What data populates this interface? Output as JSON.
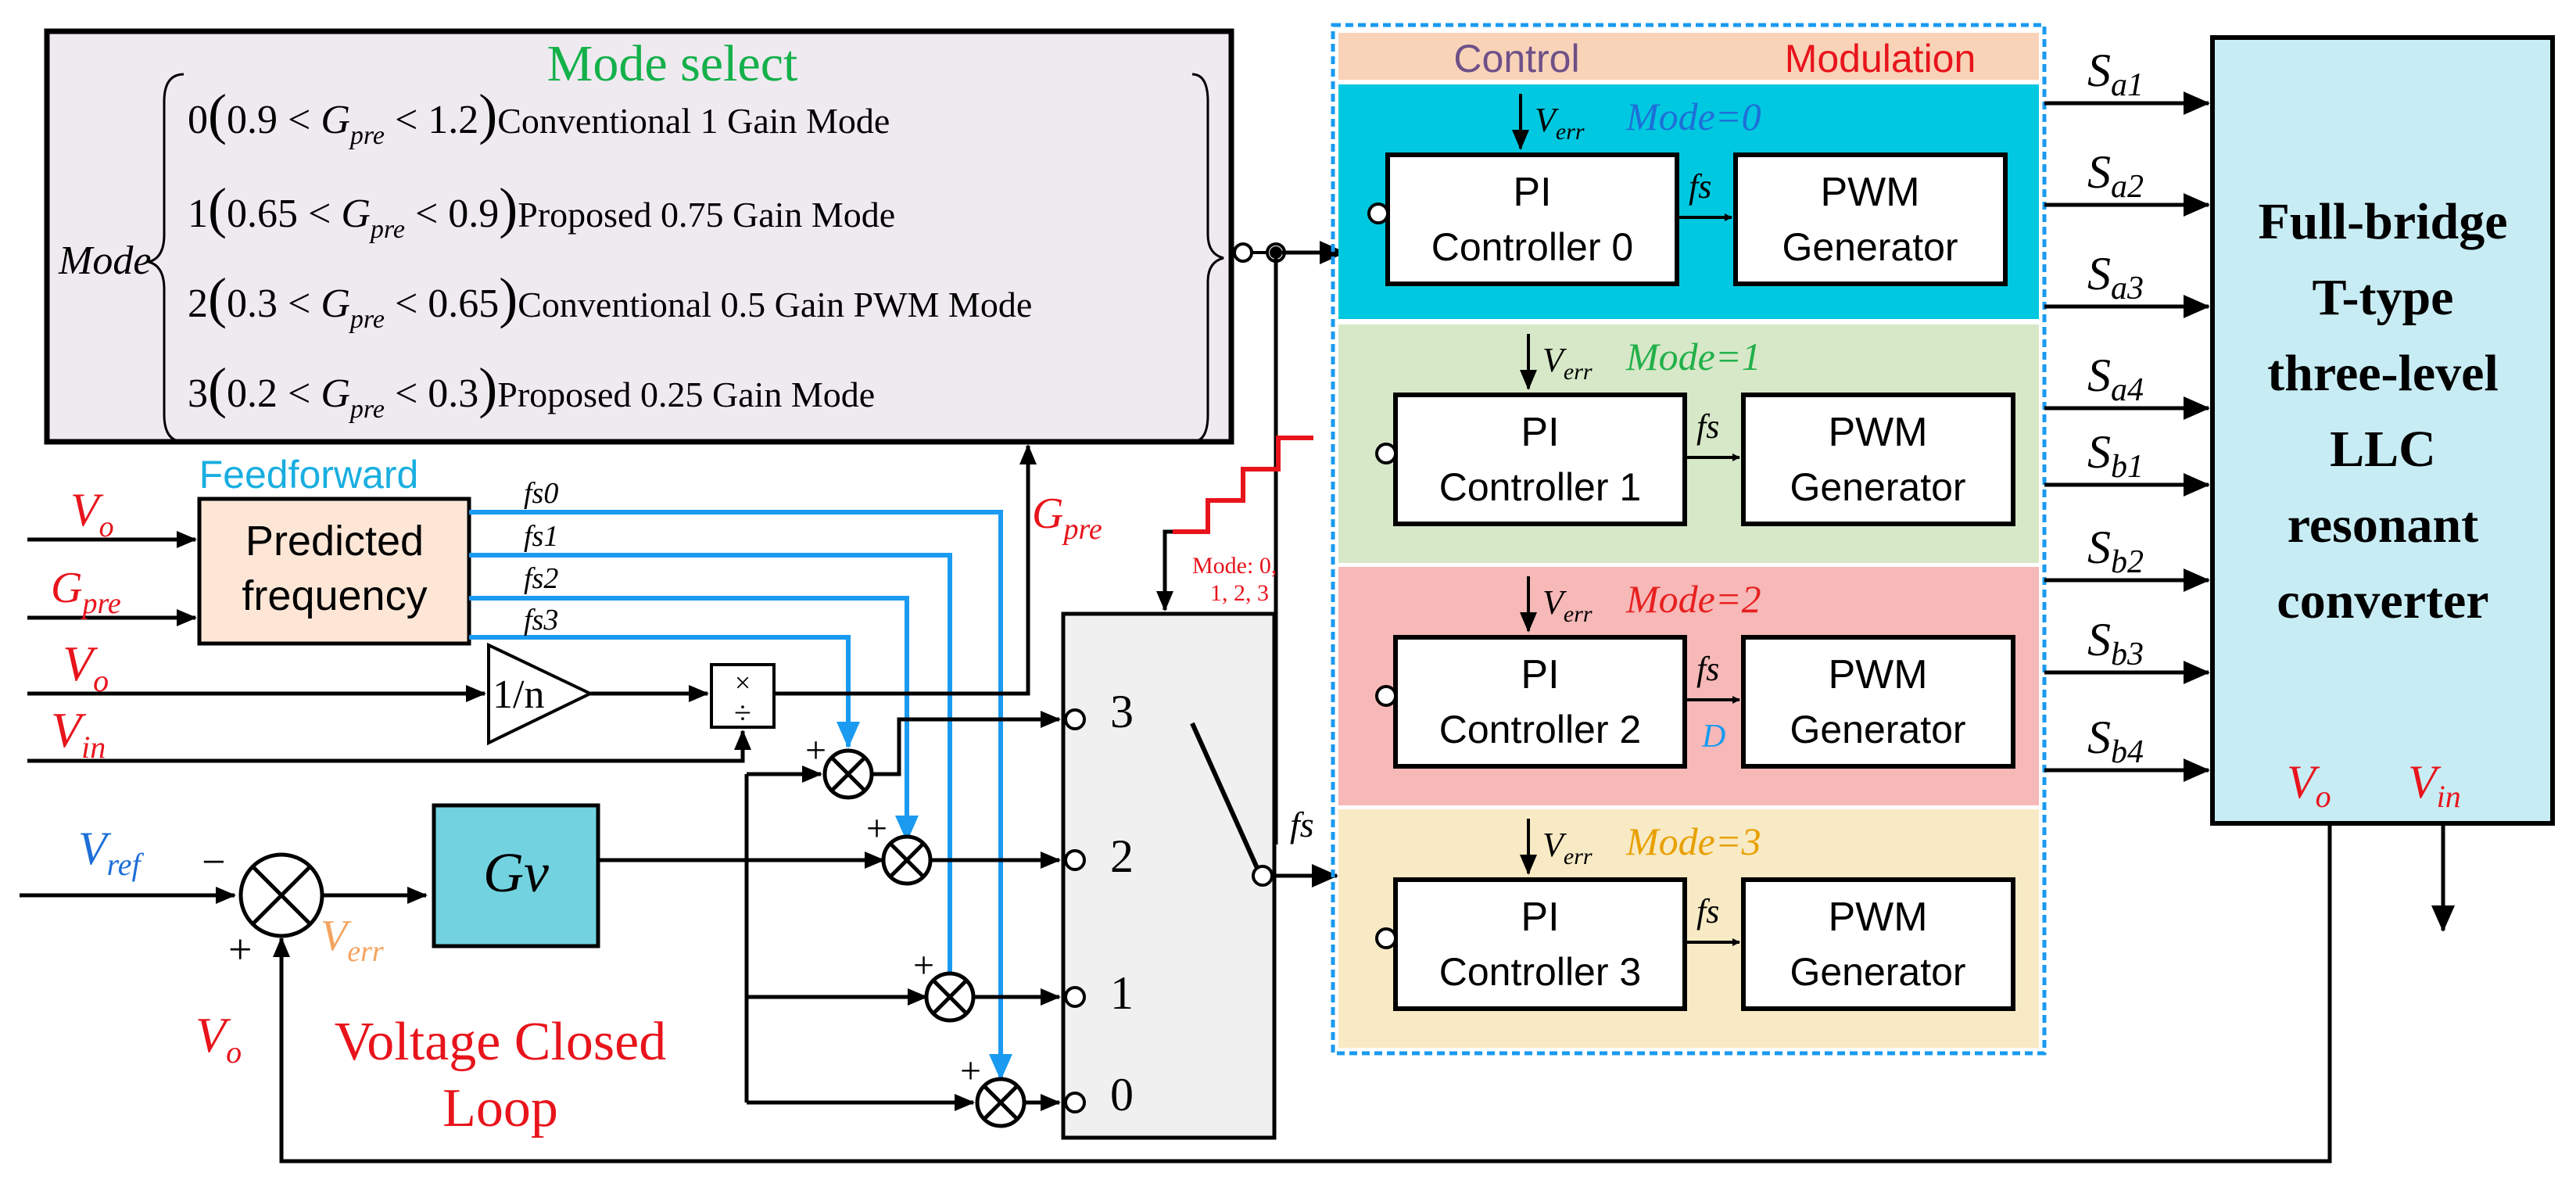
{
  "mode_select": {
    "title": "Mode select",
    "mode_prefix": "Mode",
    "rows": [
      {
        "idx": "0",
        "lo": "0.9",
        "hi": "1.2",
        "desc": "Conventional  1 Gain  Mode"
      },
      {
        "idx": "1",
        "lo": "0.65",
        "hi": "0.9",
        "desc": "Proposed 0.75 Gain  Mode"
      },
      {
        "idx": "2",
        "lo": "0.3",
        "hi": "0.65",
        "desc": "Conventional 0.5 Gain PWM Mode"
      },
      {
        "idx": "3",
        "lo": "0.2",
        "hi": "0.3",
        "desc": "Proposed 0.25 Gain  Mode"
      }
    ],
    "g_sym": "G",
    "g_sub": "pre"
  },
  "feedforward": {
    "title": "Feedforward",
    "block_line1": "Predicted",
    "block_line2": "frequency",
    "inputs": [
      {
        "sym": "V",
        "sub": "o"
      },
      {
        "sym": "G",
        "sub": "pre"
      }
    ],
    "outputs": [
      "fs0",
      "fs1",
      "fs2",
      "fs3"
    ]
  },
  "signals": {
    "vo": {
      "sym": "V",
      "sub": "o"
    },
    "vin": {
      "sym": "V",
      "sub": "in"
    },
    "vref": {
      "sym": "V",
      "sub": "ref"
    },
    "verr": {
      "sym": "V",
      "sub": "err"
    },
    "gpre": {
      "sym": "G",
      "sub": "pre"
    },
    "fs": "fs",
    "d": "D",
    "minus": "−",
    "plus": "+"
  },
  "blocks": {
    "one_over_n": "1/n",
    "gv": "Gv",
    "mult_top": "×",
    "mult_bottom": "÷"
  },
  "switch": {
    "mode_label_line1": "Mode: 0,",
    "mode_label_line2": "1, 2, 3",
    "ports": [
      "3",
      "2",
      "1",
      "0"
    ]
  },
  "voltage_loop": {
    "line1": "Voltage Closed",
    "line2": "Loop"
  },
  "control_panel": {
    "control_label": "Control",
    "modulation_label": "Modulation",
    "modes": [
      {
        "label": "Mode=0",
        "pi_l1": "PI",
        "pi_l2": "Controller 0",
        "pwm_l1": "PWM",
        "pwm_l2": "Generator",
        "color": "#00c8e0",
        "mode_color": "#1e6fd8"
      },
      {
        "label": "Mode=1",
        "pi_l1": "PI",
        "pi_l2": "Controller 1",
        "pwm_l1": "PWM",
        "pwm_l2": "Generator",
        "color": "#d7e8c8",
        "mode_color": "#22b04a"
      },
      {
        "label": "Mode=2",
        "pi_l1": "PI",
        "pi_l2": "Controller 2",
        "pwm_l1": "PWM",
        "pwm_l2": "Generator",
        "color": "#f7b8b8",
        "mode_color": "#e82020"
      },
      {
        "label": "Mode=3",
        "pi_l1": "PI",
        "pi_l2": "Controller 3",
        "pwm_l1": "PWM",
        "pwm_l2": "Generator",
        "color": "#f8eac4",
        "mode_color": "#e8a000"
      }
    ]
  },
  "converter": {
    "lines": [
      "Full-bridge",
      "T-type",
      "three-level",
      "LLC",
      "resonant",
      "converter"
    ],
    "vo": {
      "sym": "V",
      "sub": "o"
    },
    "vin": {
      "sym": "V",
      "sub": "in"
    }
  },
  "gate_signals": [
    {
      "sym": "S",
      "sub": "a1"
    },
    {
      "sym": "S",
      "sub": "a2"
    },
    {
      "sym": "S",
      "sub": "a3"
    },
    {
      "sym": "S",
      "sub": "a4"
    },
    {
      "sym": "S",
      "sub": "b1"
    },
    {
      "sym": "S",
      "sub": "b2"
    },
    {
      "sym": "S",
      "sub": "b3"
    },
    {
      "sym": "S",
      "sub": "b4"
    }
  ],
  "colors": {
    "red": "#e8141c",
    "blue": "#1a9af0",
    "orange": "#f4a460",
    "green": "#14b04a",
    "feedforward_title": "#19aee0",
    "gv_fill": "#73d2e0",
    "mode_box_fill": "#efeaf0",
    "ff_block_fill": "#fde6d6",
    "converter_fill": "#c8ecf4",
    "header_fill": "#f9d3b8"
  }
}
